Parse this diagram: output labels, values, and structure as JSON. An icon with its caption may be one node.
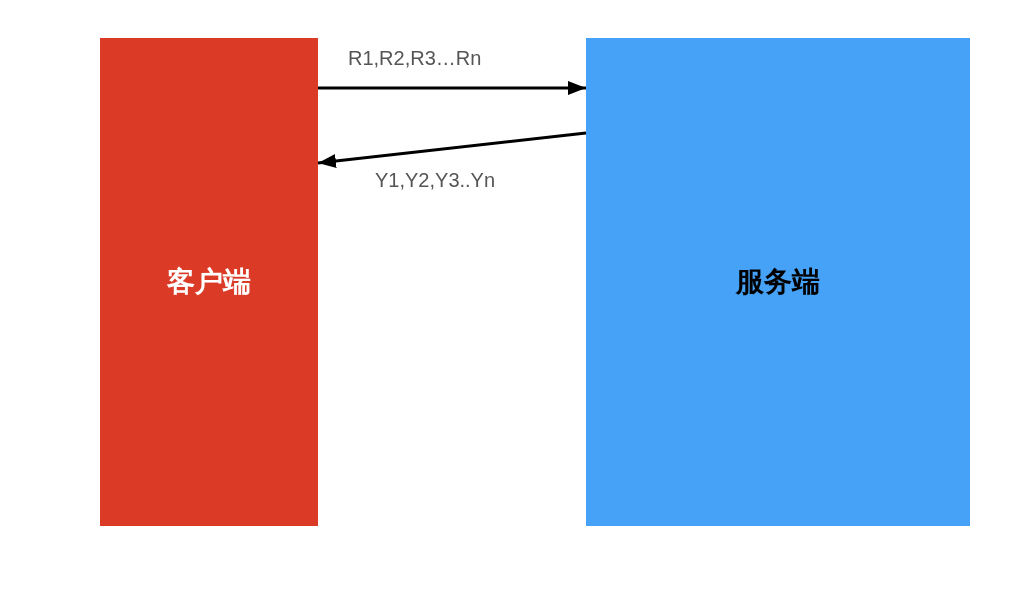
{
  "diagram": {
    "nodes": [
      {
        "text": [
          "客户端"
        ]
      },
      {
        "text": [
          "服务端"
        ]
      }
    ],
    "edges": [
      {
        "from": 0,
        "to": 1,
        "arrow": "to",
        "label": "R1,R2,R3…Rn"
      },
      {
        "from": 1,
        "to": 0,
        "arrow": "to",
        "label": "Y1,Y2,Y3..Yn"
      }
    ]
  }
}
